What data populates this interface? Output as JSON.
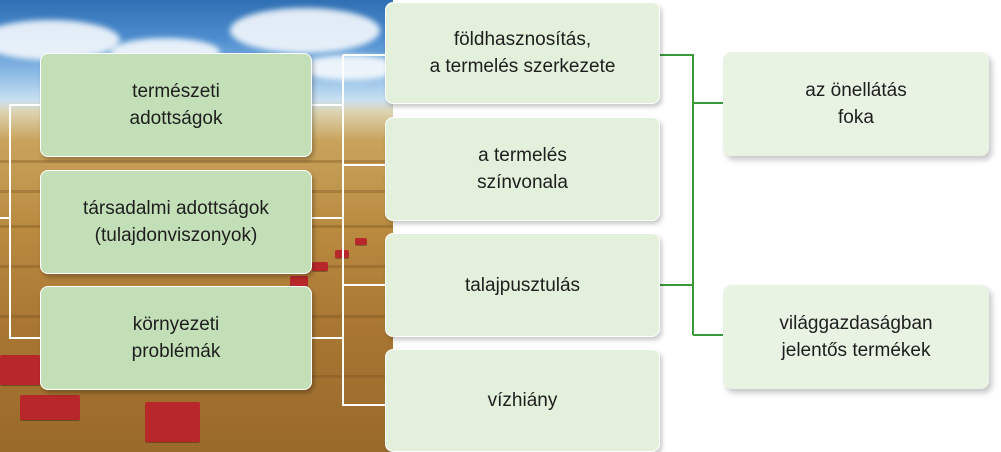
{
  "left_boxes": [
    {
      "line1": "természeti",
      "line2": "adottságok"
    },
    {
      "line1": "társadalmi adottságok",
      "line2": "(tulajdonviszonyok)"
    },
    {
      "line1": "környezeti",
      "line2": "problémák"
    }
  ],
  "middle_boxes": [
    {
      "line1": "földhasznosítás,",
      "line2": "a termelés szerkezete"
    },
    {
      "line1": "a termelés",
      "line2": "színvonala"
    },
    {
      "line1": "talajpusztulás",
      "line2": ""
    },
    {
      "line1": "vízhiány",
      "line2": ""
    }
  ],
  "right_boxes": [
    {
      "line1": "az önellátás",
      "line2": "foka"
    },
    {
      "line1": "világgazdaságban",
      "line2": "jelentős termékek"
    }
  ],
  "colors": {
    "connector_gray": "#ffffff",
    "connector_green": "#3a9a3a",
    "box_dark": "#c3dfb8",
    "box_light": "#e2f0dc"
  }
}
